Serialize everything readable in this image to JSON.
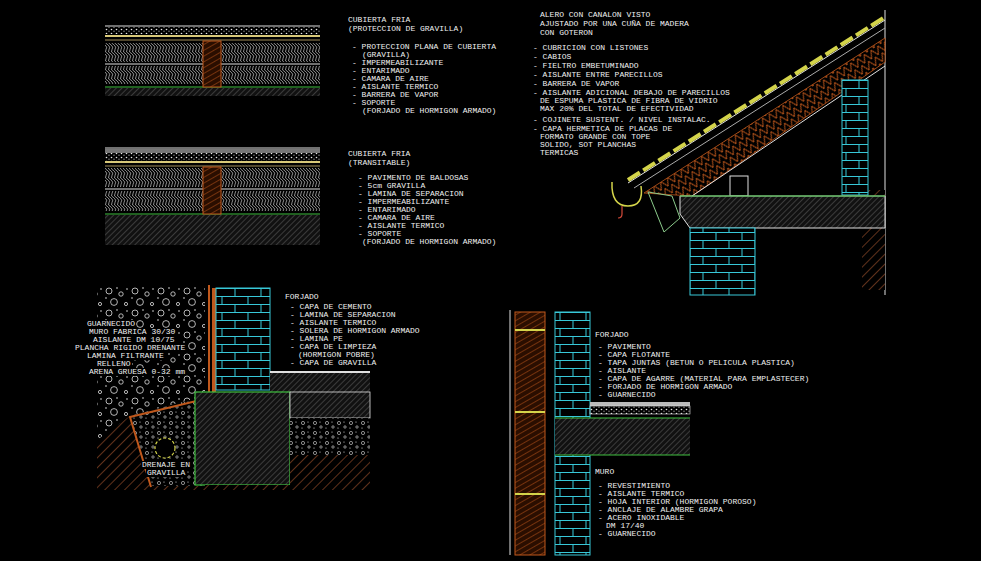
{
  "diagram": {
    "labels": [
      "CUBIERTA FRIA",
      "(PROTECCION DE GRAVILLA)",
      "- PROTECCION PLANA DE CUBIERTA",
      "(GRAVILLA)",
      "- IMPERMEABILIZANTE",
      "- ENTARIMADO",
      "- CAMARA DE AIRE",
      "- AISLANTE TERMICO",
      "- BARRERA DE VAPOR",
      "- SOPORTE",
      "(FORJADO DE HORMIGON ARMADO)",
      "CUBIERTA FRIA",
      "(TRANSITABLE)",
      "- PAVIMENTO DE BALDOSAS",
      "- 5cm GRAVILLA",
      "- LAMINA DE SEPARACION",
      "- IMPERMEABILIZANTE",
      "- ENTARIMADO",
      "- CAMARA DE AIRE",
      "- AISLANTE TERMICO",
      "- SOPORTE",
      "(FORJADO DE HORMIGON ARMADO)",
      "ALERO CON CANALON VISTO",
      "AJUSTADO POR UNA CUÑA DE MADERA",
      "CON GOTERON",
      "- CUBRICION CON LISTONES",
      "- CABIOS",
      "- FIELTRO EMBETUMINADO",
      "- AISLANTE ENTRE PARECILLOS",
      "- BARRERA DE VAPOR",
      "- AISLANTE ADICIONAL DEBAJO DE PARECILLOS",
      "DE ESPUMA PLASTICA DE FIBRA DE VIDRIO",
      "MAX 20% DEL TOTAL DE EFECTIVIDAD",
      "- COJINETE SUSTENT. / NIVEL INSTALAC.",
      "- CAPA HERMETICA DE PLACAS DE",
      "FORMATO GRANDE CON TOPE",
      "SOLIDO, SOT PLANCHAS",
      "TERMICAS",
      "FORJADO",
      "- CAPA DE CEMENTO",
      "- LAMINA DE SEPARACION",
      "- AISLANTE TERMICO",
      "- SOLERA DE HORMIGON ARMADO",
      "- LAMINA PE",
      "- CAPA DE LIMPIEZA",
      "(HORMIGON POBRE)",
      "- CAPA DE GRAVILLA",
      "GUARNECIDO",
      "MURO FABRICA 30/30",
      "AISLANTE DM 10/75",
      "PLANCHA RIGIDO DRENANTE",
      "LAMINA FILTRANTE",
      "RELLENO",
      "ARENA GRUESA 0-32 mm",
      "DRENAJE EN",
      "GRAVILLA",
      "FORJADO",
      "- PAVIMENTO",
      "- CAPA FLOTANTE",
      "- TAPA JUNTAS (BETUN O PELICULA PLASTICA)",
      "- AISLANTE",
      "- CAPA DE AGARRE (MATERIAL PARA EMPLASTECER)",
      "- FORJADO DE HORMIGON ARMADO",
      "- GUARNECIDO",
      "MURO",
      "- REVESTIMIENTO",
      "- AISLANTE TERMICO",
      "- HOJA INTERIOR (HORMIGON POROSO)",
      "- ANCLAJE DE ALAMBRE GRAPA",
      "- ACERO INOXIDABLE",
      "DM 17/40",
      "- GUARNECIDO"
    ]
  }
}
